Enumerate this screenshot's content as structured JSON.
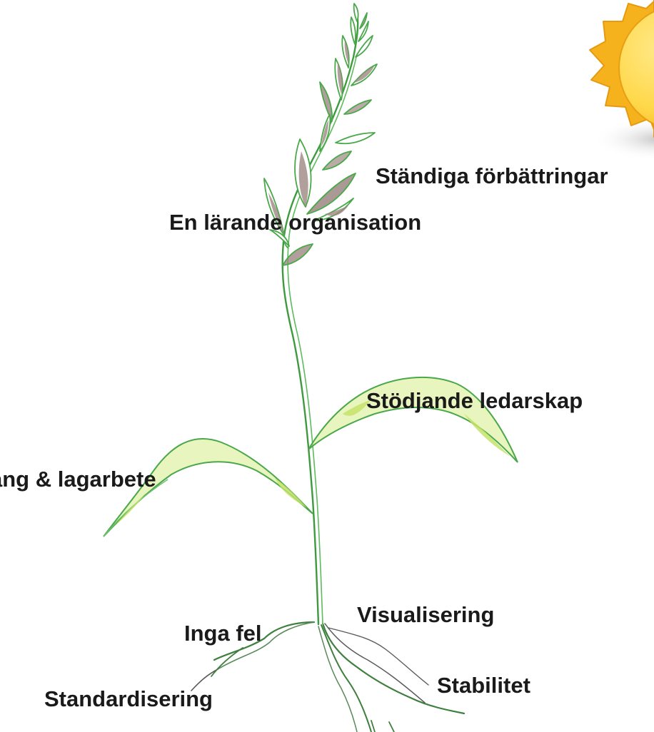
{
  "labels": {
    "standardisering": "Standardisering",
    "stabilitet": "Stabilitet",
    "inga_fel": "Inga fel",
    "visualisering": "Visualisering",
    "teamwork": "ang & lagarbete",
    "leadership": "Stödjande ledarskap",
    "learning": "En lärande organisation",
    "improvement": "Ständiga förbättringar"
  },
  "colors": {
    "stem": "#4aa84a",
    "leaf_fill": "#cfe87a",
    "seed_fill": "#9c8782",
    "root": "#5a5a5a",
    "sun_outer": "#f4b01e",
    "sun_inner": "#ffd84a",
    "text": "#1a1a1a"
  },
  "icons": {
    "plant": "plant-drawing-icon",
    "sun": "sun-icon"
  }
}
